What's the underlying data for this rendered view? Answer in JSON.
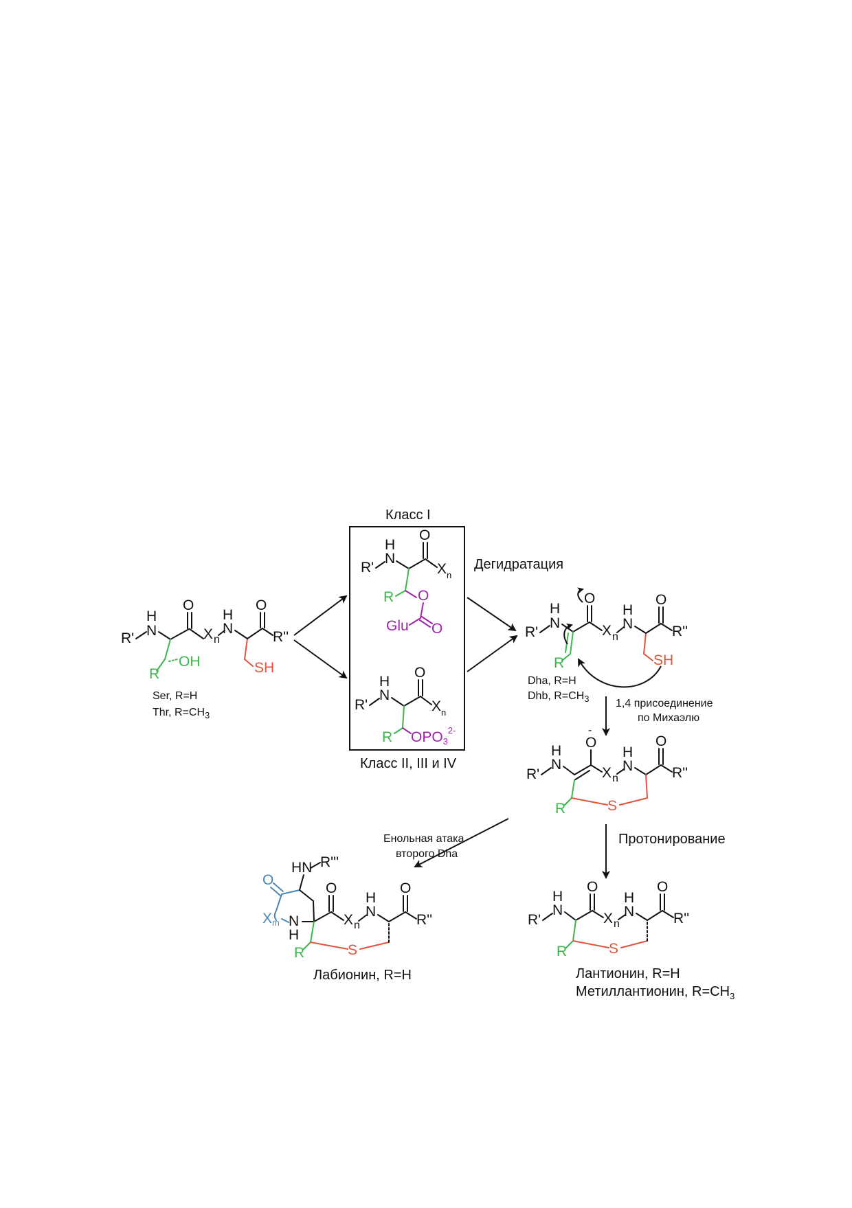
{
  "labels": {
    "class1": "Класс I",
    "class234": "Класс II, III и IV",
    "dehydration": "Дегидратация",
    "michael1": "1,4 присоединение",
    "michael2": "по Михаэлю",
    "protonation": "Протонирование",
    "enol1": "Енольная атака",
    "enol2": "второго Dha",
    "ser": "Ser, R=H",
    "thr": "Thr, R=CH",
    "thr_sub": "3",
    "dha": "Dha, R=H",
    "dhb": "Dhb, R=CH",
    "dhb_sub": "3",
    "labionin": "Лабионин, R=H",
    "lanthionin": "Лантионин, R=H",
    "methyllanthionin": "Метиллантионин, R=CH",
    "methyllanthionin_sub": "3"
  },
  "atoms": {
    "H": "H",
    "N": "N",
    "O": "O",
    "S": "S",
    "R": "R",
    "Rp": "R'",
    "Rpp": "R''",
    "Rppp": "R'''",
    "X": "X",
    "n": "n",
    "m": "m",
    "OH": "OH",
    "SH": "SH",
    "HN": "HN",
    "Glu": "Glu",
    "OPO": "OPO",
    "p3": "3",
    "charge": "2-",
    "minus": "-"
  },
  "colors": {
    "black": "#111111",
    "green": "#39b54a",
    "red": "#e2533d",
    "purple": "#a020b0",
    "blue": "#4a86b8"
  }
}
